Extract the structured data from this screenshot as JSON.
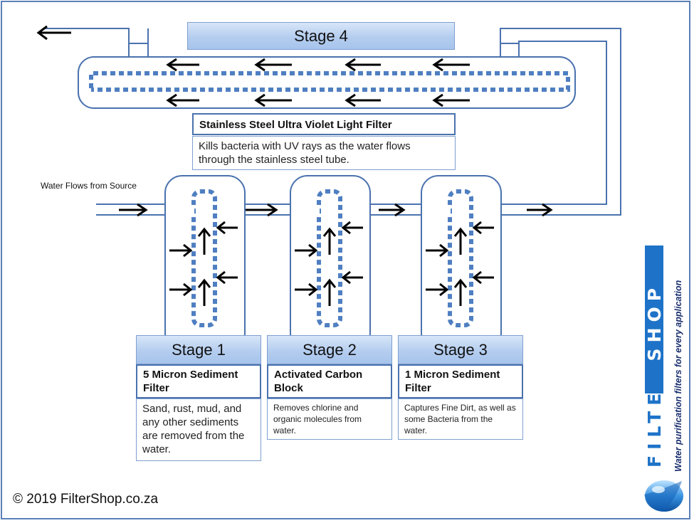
{
  "source_label": "Water Flows from Source",
  "stage4": {
    "header": "Stage 4",
    "name": "Stainless Steel Ultra Violet Light Filter",
    "description": "Kills bacteria with UV rays as the water flows through the stainless steel tube."
  },
  "stages": [
    {
      "header": "Stage 1",
      "name": "5 Micron Sediment Filter",
      "description": "Sand, rust, mud, and any other sediments are removed from the water."
    },
    {
      "header": "Stage 2",
      "name": "Activated Carbon Block",
      "description": "Removes chlorine and organic molecules from water."
    },
    {
      "header": "Stage 3",
      "name": "1 Micron Sediment Filter",
      "description": "Captures Fine Dirt, as well as some Bacteria from the water."
    }
  ],
  "copyright": "© 2019 FilterShop.co.za",
  "brand": {
    "logo_text": "FILTERSHOP",
    "tagline": "Water purification filters for every application",
    "primary_color": "#1e73c8",
    "dark_color": "#1a2f6e"
  },
  "colors": {
    "line": "#4a72ae",
    "dots": "#4f7fc1",
    "arrow": "#000000"
  }
}
